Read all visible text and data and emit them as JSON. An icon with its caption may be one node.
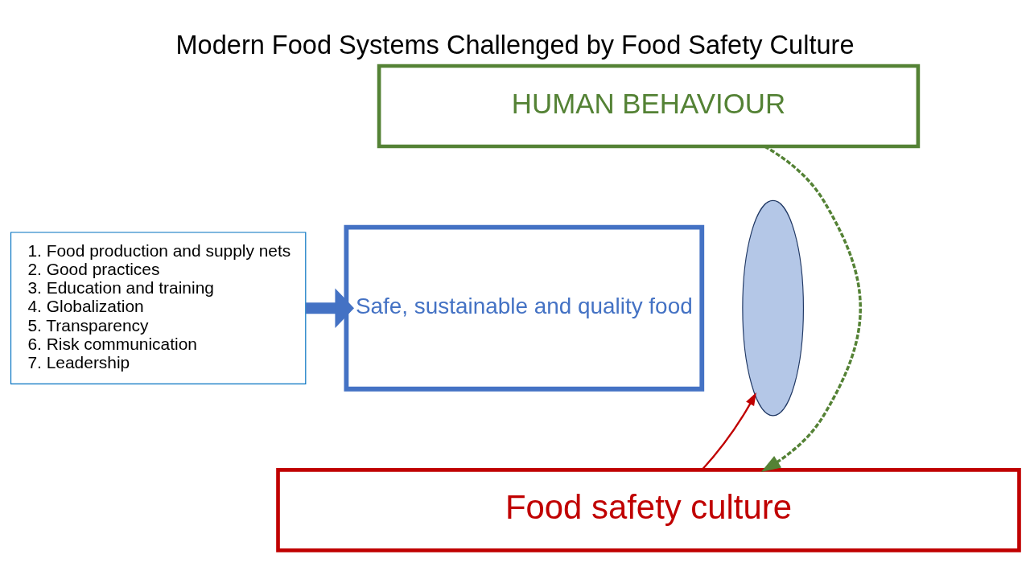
{
  "diagram": {
    "title": "Modern Food Systems Challenged by Food Safety Culture",
    "nodes": [
      {
        "text": [
          "HUMAN BEHAVIOUR"
        ]
      },
      {
        "text": [
          "1. Food production and supply nets",
          "2. Good practices",
          "3. Education and training",
          "4. Globalization",
          "5. Transparency",
          "6. Risk communication",
          "7. Leadership"
        ]
      },
      {
        "text": [],
        "shape": "ellipse"
      },
      {
        "text": [
          "Safe, sustainable and quality food"
        ]
      },
      {
        "text": [
          "Food safety culture"
        ]
      }
    ],
    "edges": [
      {
        "from": 0,
        "to": 4,
        "arrow": "to",
        "style": "dashed",
        "color": "#548235"
      },
      {
        "from": 1,
        "to": 3,
        "arrow": "to",
        "style": "thick",
        "color": "#4472c4"
      },
      {
        "from": 4,
        "to": 2,
        "arrow": "to",
        "color": "#c00000"
      }
    ]
  }
}
